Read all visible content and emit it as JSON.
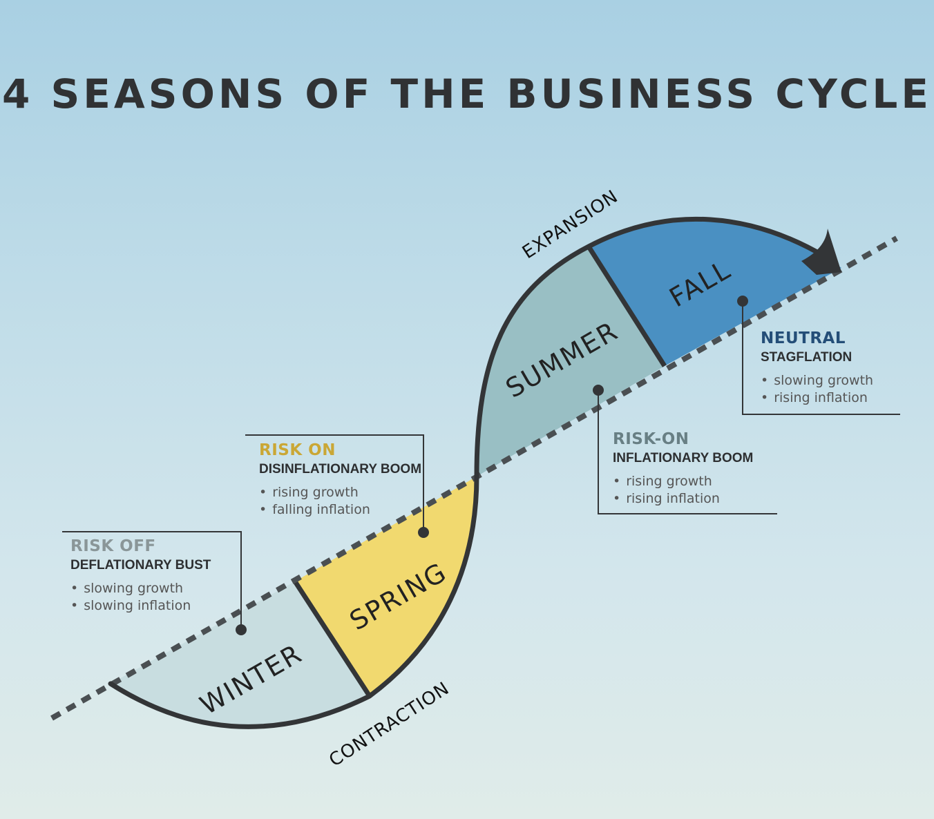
{
  "title": "4 SEASONS OF THE BUSINESS CYCLE",
  "phases": {
    "expansion": "EXPANSION",
    "contraction": "CONTRACTION"
  },
  "seasons": [
    {
      "name": "WINTER",
      "color": "#c8dde0"
    },
    {
      "name": "SPRING",
      "color": "#f1d96f"
    },
    {
      "name": "SUMMER",
      "color": "#99bfc4"
    },
    {
      "name": "FALL",
      "color": "#4a90c2"
    }
  ],
  "callouts": {
    "winter": {
      "label": "RISK OFF",
      "label_color": "#8a9698",
      "subtitle": "DEFLATIONARY BUST",
      "bullets": [
        "slowing growth",
        "slowing inflation"
      ]
    },
    "spring": {
      "label": "RISK ON",
      "label_color": "#caa735",
      "subtitle": "DISINFLATIONARY BOOM",
      "bullets": [
        "rising growth",
        "falling inflation"
      ]
    },
    "summer": {
      "label": "RISK-ON",
      "label_color": "#687f84",
      "subtitle": "INFLATIONARY BOOM",
      "bullets": [
        "rising growth",
        "rising inflation"
      ]
    },
    "fall": {
      "label": "NEUTRAL",
      "label_color": "#244e78",
      "subtitle": "STAGFLATION",
      "bullets": [
        "slowing growth",
        "rising inflation"
      ]
    }
  },
  "colors": {
    "curve": "#333537",
    "trend_line": "#4a4f52",
    "text_dark": "#303234"
  }
}
